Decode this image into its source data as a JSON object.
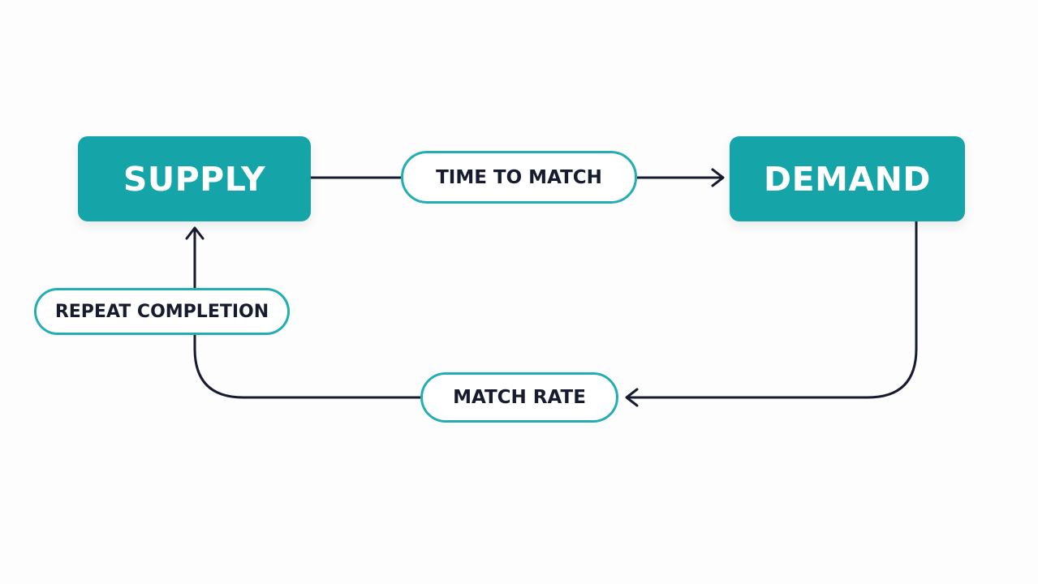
{
  "colors": {
    "node_fill": "#15a5a8",
    "pill_border": "#22aeb2",
    "line": "#161b2e"
  },
  "nodes": {
    "supply": {
      "label": "SUPPLY"
    },
    "demand": {
      "label": "DEMAND"
    }
  },
  "edges": {
    "time_to_match": {
      "label": "TIME TO MATCH",
      "from": "SUPPLY",
      "to": "DEMAND"
    },
    "match_rate": {
      "label": "MATCH RATE",
      "from": "DEMAND",
      "to": "REPEAT COMPLETION"
    },
    "repeat_completion": {
      "label": "REPEAT COMPLETION",
      "from": "MATCH RATE",
      "to": "SUPPLY"
    }
  }
}
